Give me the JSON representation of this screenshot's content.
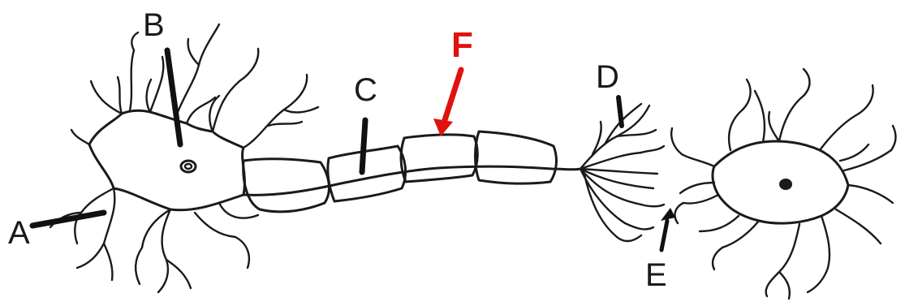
{
  "labels": {
    "a": "A",
    "b": "B",
    "c": "C",
    "d": "D",
    "e": "E",
    "f": "F"
  },
  "colors": {
    "ink": "#1a1a1a",
    "highlight": "#e0120f"
  }
}
